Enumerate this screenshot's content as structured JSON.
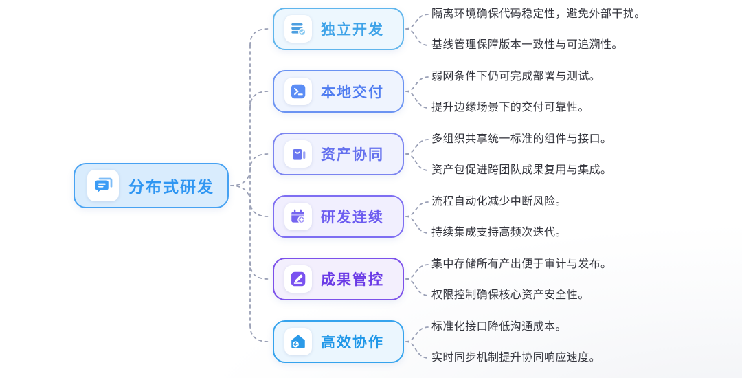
{
  "root": {
    "label": "分布式研发",
    "icon": "chat-bubbles-icon",
    "border_color": "#47a2f2",
    "fill_color": "#d9ecfd",
    "text_color": "#2f96f2"
  },
  "connector_color": "#9aa0b6",
  "branches": [
    {
      "label": "独立开发",
      "icon": "stack-check-icon",
      "border_color": "#5fb5ec",
      "fill_color": "#edf7fe",
      "text_color": "#3fa3e8",
      "points": [
        "隔离环境确保代码稳定性，避免外部干扰。",
        "基线管理保障版本一致性与可追溯性。"
      ]
    },
    {
      "label": "本地交付",
      "icon": "terminal-icon",
      "border_color": "#6b93f2",
      "fill_color": "#eff4fe",
      "text_color": "#4f7cf0",
      "points": [
        "弱网条件下仍可完成部署与测试。",
        "提升边缘场景下的交付可靠性。"
      ]
    },
    {
      "label": "资产协同",
      "icon": "asset-bag-icon",
      "border_color": "#7b84f0",
      "fill_color": "#f0f2fe",
      "text_color": "#6470ee",
      "points": [
        "多组织共享统一标准的组件与接口。",
        "资产包促进跨团队成果复用与集成。"
      ]
    },
    {
      "label": "研发连续",
      "icon": "calendar-plus-icon",
      "border_color": "#7e6ef2",
      "fill_color": "#f1effe",
      "text_color": "#6c5cf0",
      "points": [
        "流程自动化减少中断风险。",
        "持续集成支持高频次迭代。"
      ]
    },
    {
      "label": "成果管控",
      "icon": "pen-edit-icon",
      "border_color": "#7c50ea",
      "fill_color": "#f3effd",
      "text_color": "#6a3ae6",
      "points": [
        "集中存储所有产出便于审计与发布。",
        "权限控制确保核心资产安全性。"
      ]
    },
    {
      "label": "高效协作",
      "icon": "home-sync-icon",
      "border_color": "#35a3ed",
      "fill_color": "#ebf6fe",
      "text_color": "#1f97e8",
      "points": [
        "标准化接口降低沟通成本。",
        "实时同步机制提升协同响应速度。"
      ]
    }
  ]
}
